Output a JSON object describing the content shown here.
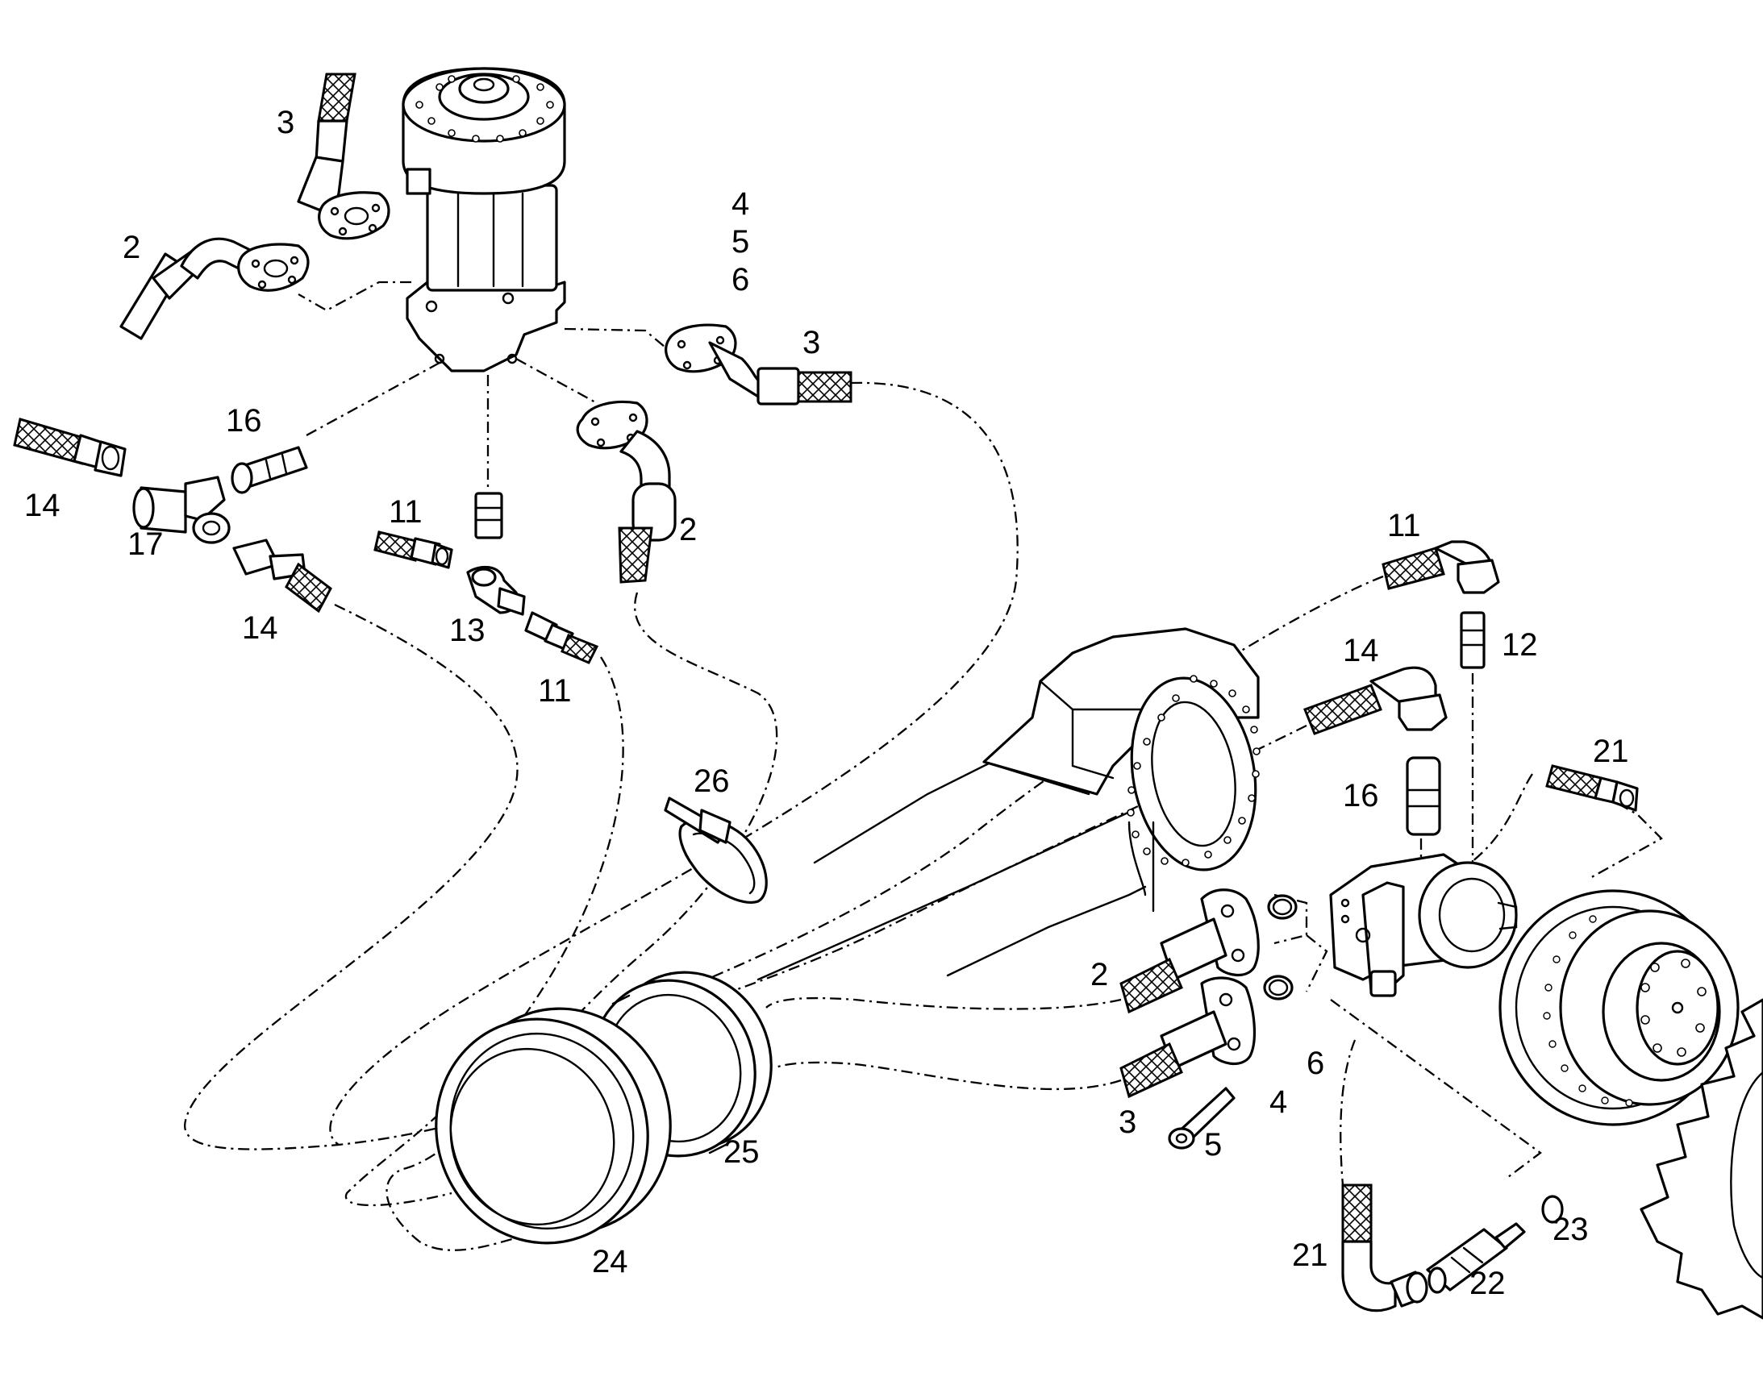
{
  "drawing": {
    "line_color": "#000000",
    "background_color": "#ffffff",
    "callouts": [
      {
        "id": "c-3-top",
        "text": "3"
      },
      {
        "id": "c-2-left",
        "text": "2"
      },
      {
        "id": "c-4-top",
        "text": "4"
      },
      {
        "id": "c-5-top",
        "text": "5"
      },
      {
        "id": "c-6-top",
        "text": "6"
      },
      {
        "id": "c-3-right",
        "text": "3"
      },
      {
        "id": "c-16-left",
        "text": "16"
      },
      {
        "id": "c-14-left",
        "text": "14"
      },
      {
        "id": "c-17",
        "text": "17"
      },
      {
        "id": "c-14-lower",
        "text": "14"
      },
      {
        "id": "c-11-left",
        "text": "11"
      },
      {
        "id": "c-13",
        "text": "13"
      },
      {
        "id": "c-11-lower",
        "text": "11"
      },
      {
        "id": "c-2-mid",
        "text": "2"
      },
      {
        "id": "c-11-right",
        "text": "11"
      },
      {
        "id": "c-12",
        "text": "12"
      },
      {
        "id": "c-14-right",
        "text": "14"
      },
      {
        "id": "c-16-right",
        "text": "16"
      },
      {
        "id": "c-21-top",
        "text": "21"
      },
      {
        "id": "c-26",
        "text": "26"
      },
      {
        "id": "c-2-right",
        "text": "2"
      },
      {
        "id": "c-6-bottom",
        "text": "6"
      },
      {
        "id": "c-3-bottom",
        "text": "3"
      },
      {
        "id": "c-4-bottom",
        "text": "4"
      },
      {
        "id": "c-5-bottom",
        "text": "5"
      },
      {
        "id": "c-25",
        "text": "25"
      },
      {
        "id": "c-24",
        "text": "24"
      },
      {
        "id": "c-23",
        "text": "23"
      },
      {
        "id": "c-21-bottom",
        "text": "21"
      },
      {
        "id": "c-22",
        "text": "22"
      }
    ]
  }
}
